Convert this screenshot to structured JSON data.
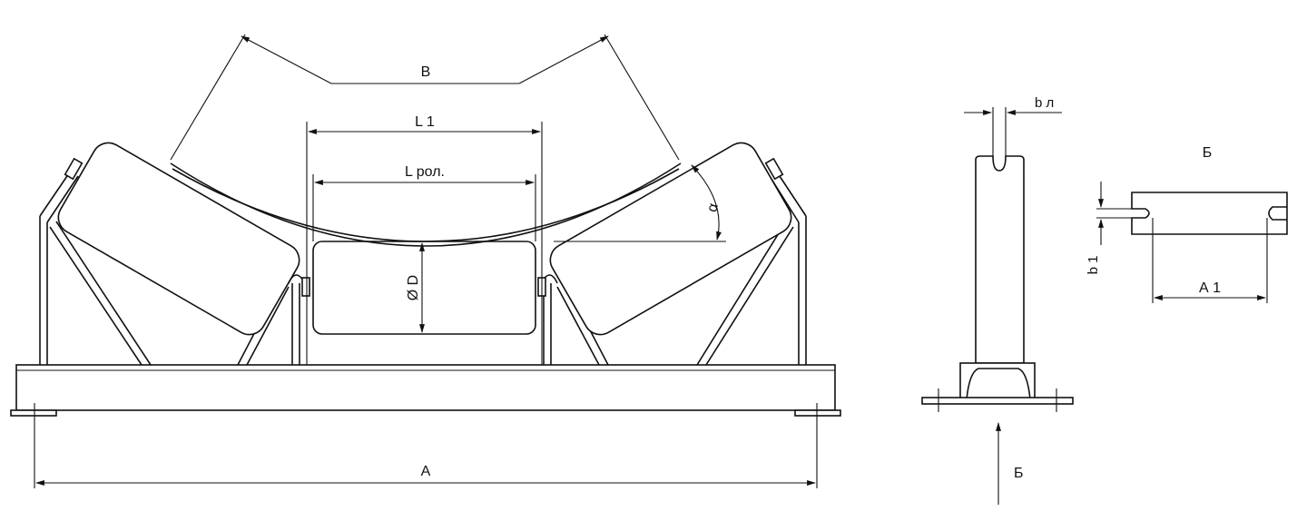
{
  "labels": {
    "width_b": "B",
    "l1": "L 1",
    "l_roller": "L рол.",
    "alpha": "α",
    "diameter": "Ø D",
    "a": "А",
    "b_l": "b л",
    "view_b_title": "Б",
    "view_b_arrow": "Б",
    "b1": "b 1",
    "a1": "А 1"
  },
  "colors": {
    "line": "#111111",
    "background": "#ffffff"
  }
}
